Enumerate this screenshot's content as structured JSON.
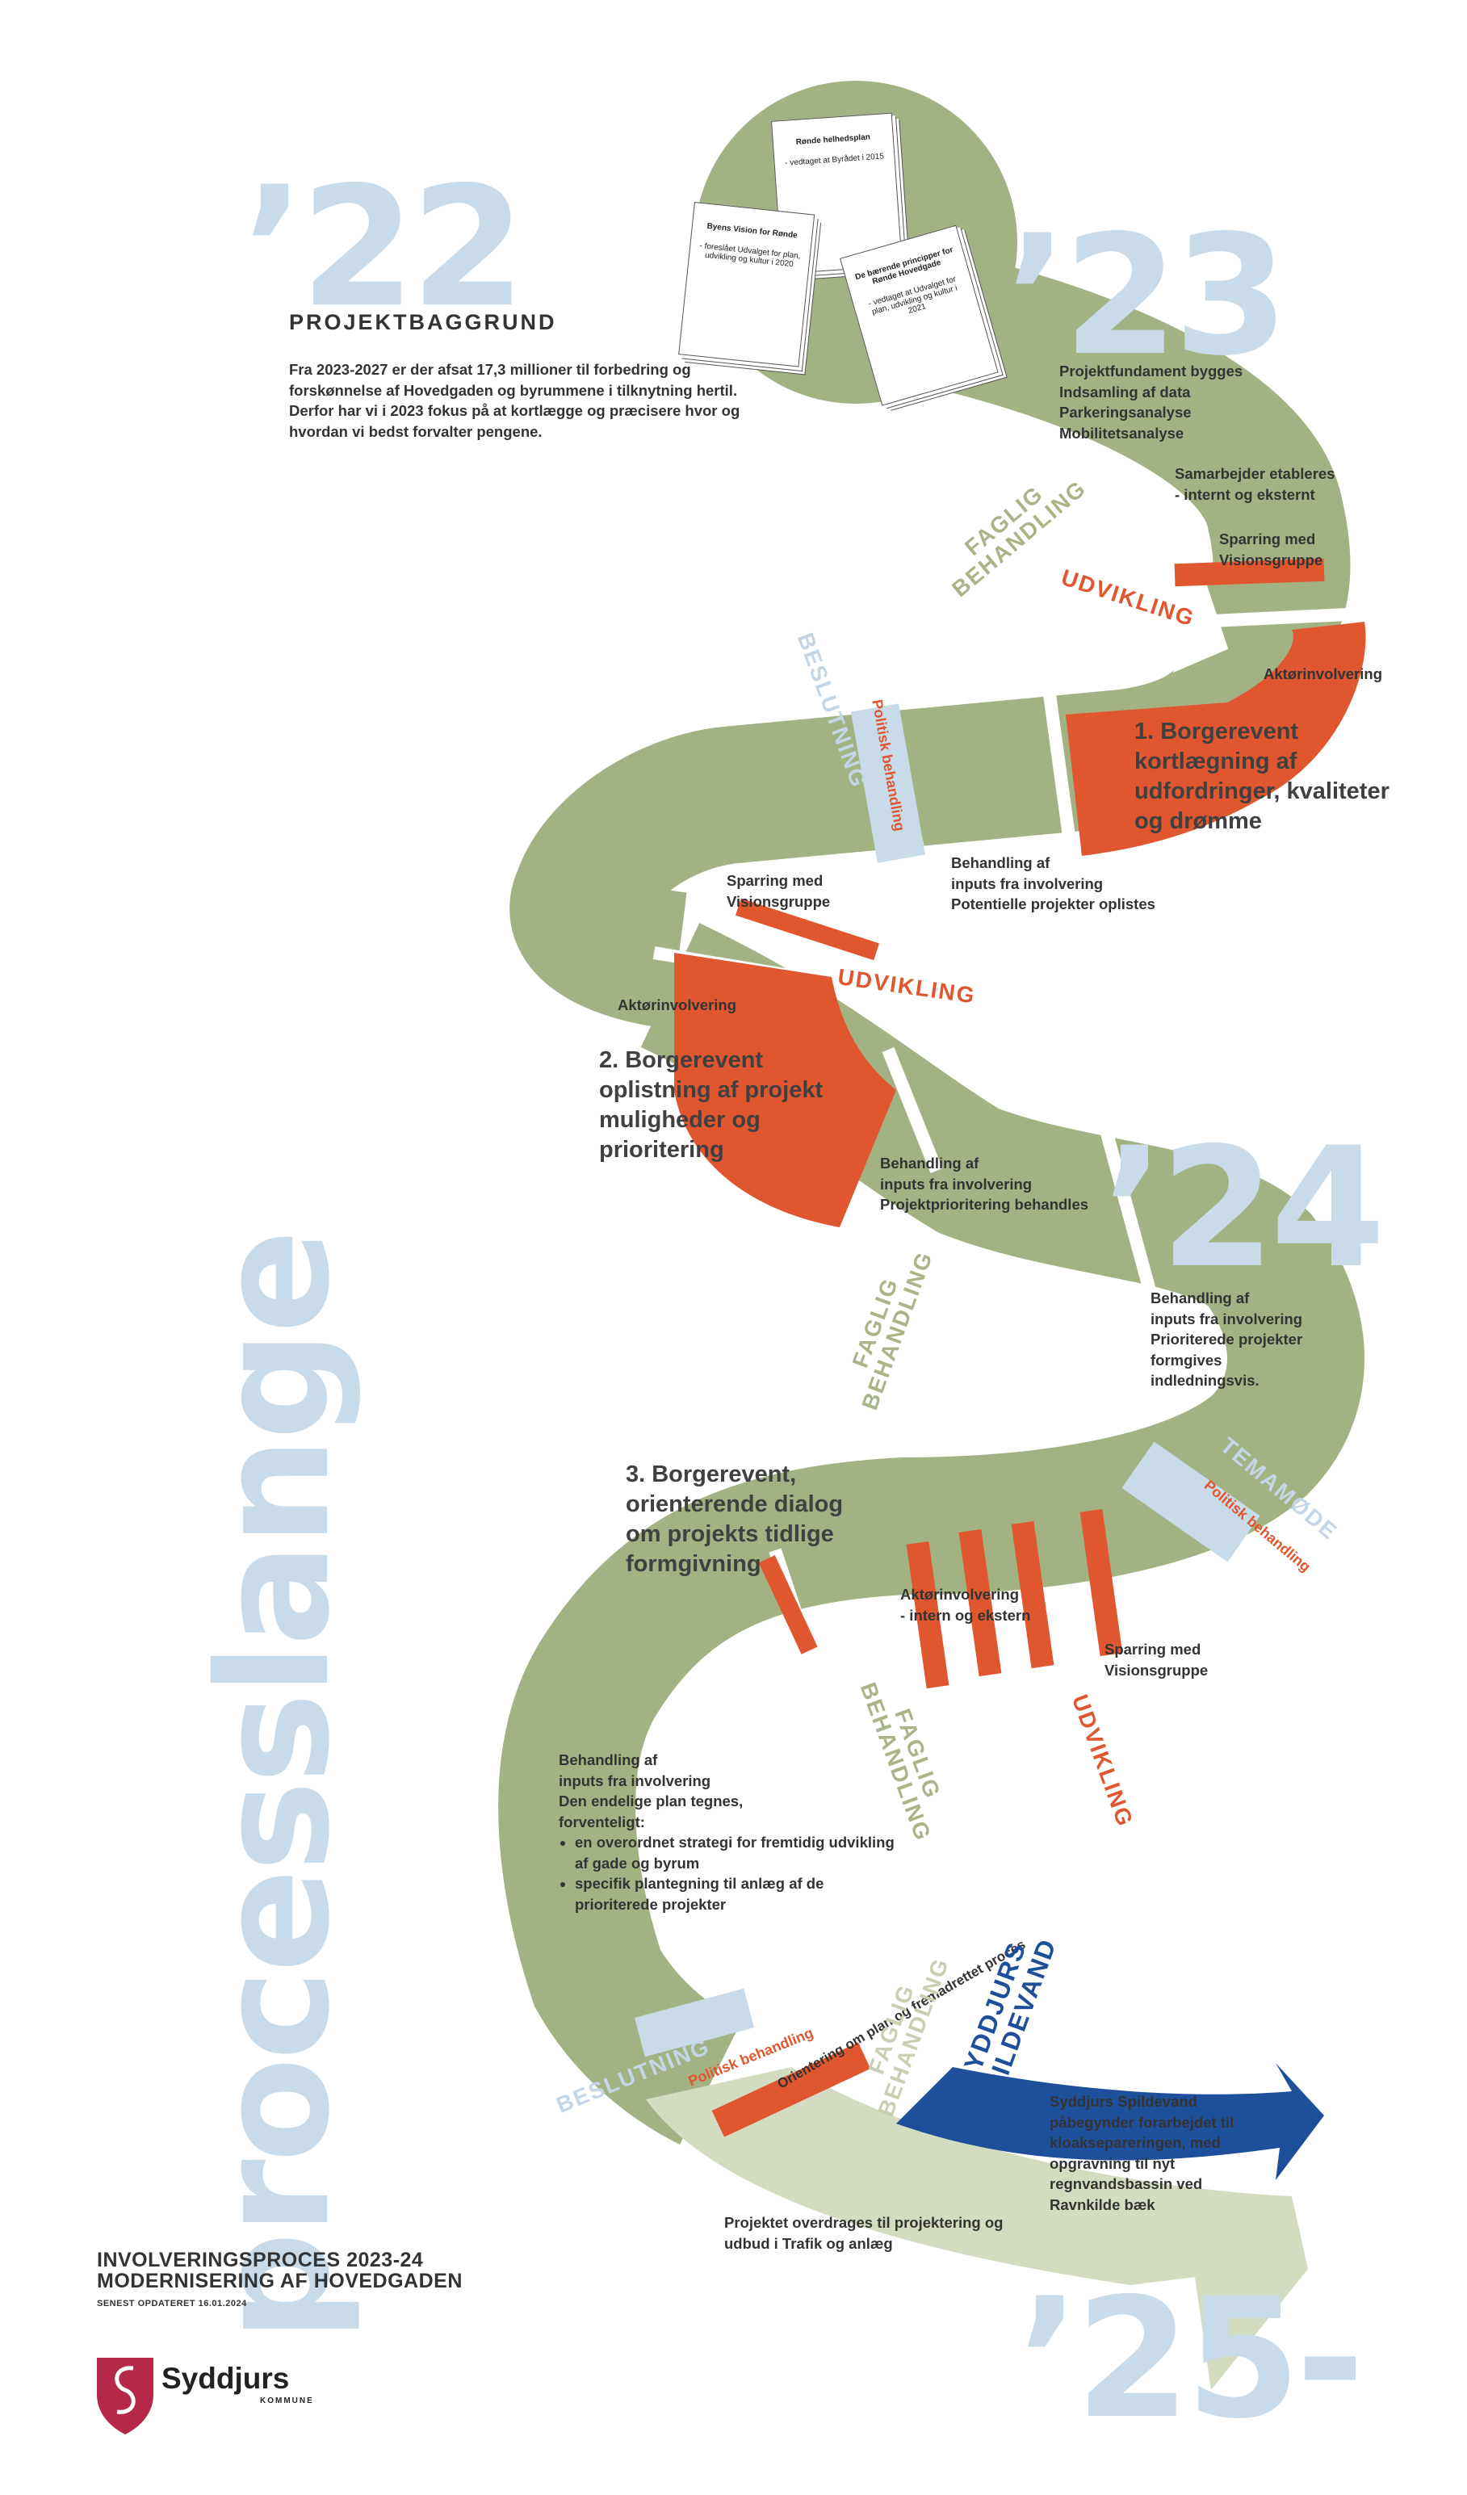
{
  "years": {
    "y22": "’22",
    "y23": "’23",
    "y24": "’24",
    "y25": "’25-"
  },
  "vertical_title": "processlange",
  "background": {
    "heading": "PROJEKTBAGGRUND",
    "text": "Fra 2023-2027 er der afsat 17,3 millioner til forbedring og forskønnelse af Hovedgaden og byrummene i tilknytning hertil. Derfor har vi i 2023 fokus på at kortlægge og præcisere hvor og hvordan vi bedst forvalter pengene."
  },
  "documents": [
    {
      "title": "Rønde helhedsplan",
      "sub": "- vedtaget at Byrådet i 2015"
    },
    {
      "title": "Byens Vision for Rønde",
      "sub": "- foreslået Udvalget for plan, udvikling og kultur i 2020"
    },
    {
      "title": "De bærende principper for Rønde Hovedgade",
      "sub": "- vedtaget at Udvalget for plan, udvikling og kultur i 2021"
    }
  ],
  "notes": {
    "n1": "Projektfundament bygges\nIndsamling af data\nParkeringsanalyse\nMobilitetsanalyse",
    "n2": "Samarbejder etableres\n- internt og eksternt",
    "n3": "Sparring med\nVisionsgruppe",
    "n4": "Aktørinvolvering",
    "n5": "Behandling af\ninputs fra involvering\nPotentielle projekter oplistes",
    "n6": "Sparring med\nVisionsgruppe",
    "n7": "Aktørinvolvering",
    "n8": "Behandling af\ninputs fra involvering\nProjektprioritering behandles",
    "n9": "Behandling af\ninputs fra involvering\nPrioriterede projekter\nformgives\nindledningsvis.",
    "n10": "Aktørinvolvering\n- intern og ekstern",
    "n11": "Sparring med\nVisionsgruppe",
    "n12_intro": "Behandling af\ninputs fra involvering\nDen endelige plan tegnes,\nforventeligt:",
    "n12_items": [
      "en overordnet strategi for fremtidig udvikling af gade og byrum",
      "specifik plantegning til anlæg af de prioriterede projekter"
    ],
    "n13": "Syddjurs Spildevand påbegynder forarbejdet til kloaksepareringen, med opgravning til nyt regnvandsbassin ved Ravnkilde bæk",
    "n14": "Projektet overdrages til projektering og udbud i Trafik og anlæg"
  },
  "events": {
    "e1": "1. Borgerevent\nkortlægning af\nudfordringer, kvaliteter\nog drømme",
    "e2": "2. Borgerevent\noplistning af projekt\nmuligheder og\nprioritering",
    "e3": "3. Borgerevent,\norienterende dialog\nom projekts tidlige\nformgivning"
  },
  "labels": {
    "faglig": "FAGLIG\nBEHANDLING",
    "udvikling": "UDVIKLING",
    "beslutning": "BESLUTNING",
    "temamode": "TEMAMØDE",
    "politisk": "Politisk behandling",
    "orientering": "Orientering om plan og fremadrettet proces",
    "spildevand": "SYDDJURS\nSPILDEVAND"
  },
  "footer": {
    "title_line1": "INVOLVERINGSPROCES 2023-24",
    "title_line2": "MODERNISERING AF HOVEDGADEN",
    "date": "SENEST OPDATERET 16.01.2024"
  },
  "logo": {
    "name": "Syddjurs",
    "sub": "KOMMUNE"
  },
  "colors": {
    "green": "#a3b283",
    "light_green": "#d3dbc1",
    "orange": "#e0562f",
    "light_blue": "#c9dbe9",
    "dark_blue": "#1e4f9a",
    "logo_red": "#b5284a"
  }
}
